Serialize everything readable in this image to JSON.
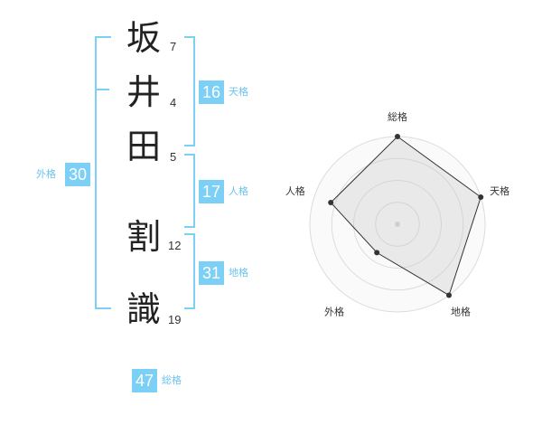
{
  "name": {
    "chars": [
      "坂",
      "井",
      "田",
      "割",
      "識"
    ],
    "strokes": [
      "7",
      "4",
      "5",
      "12",
      "19"
    ]
  },
  "scores": {
    "tenkaku": {
      "value": "16",
      "label": "天格"
    },
    "jinkaku": {
      "value": "17",
      "label": "人格"
    },
    "chikaku": {
      "value": "31",
      "label": "地格"
    },
    "gaikaku": {
      "value": "30",
      "label": "外格"
    },
    "soukaku": {
      "value": "47",
      "label": "総格"
    }
  },
  "chart_data": {
    "type": "radar",
    "axes": [
      "総格",
      "天格",
      "地格",
      "外格",
      "人格"
    ],
    "values": [
      1.0,
      1.0,
      1.0,
      0.4,
      0.8
    ],
    "rings": 4,
    "grid": true
  },
  "colors": {
    "accent": "#7ccff5",
    "accent_text": "#6cc3ee"
  }
}
